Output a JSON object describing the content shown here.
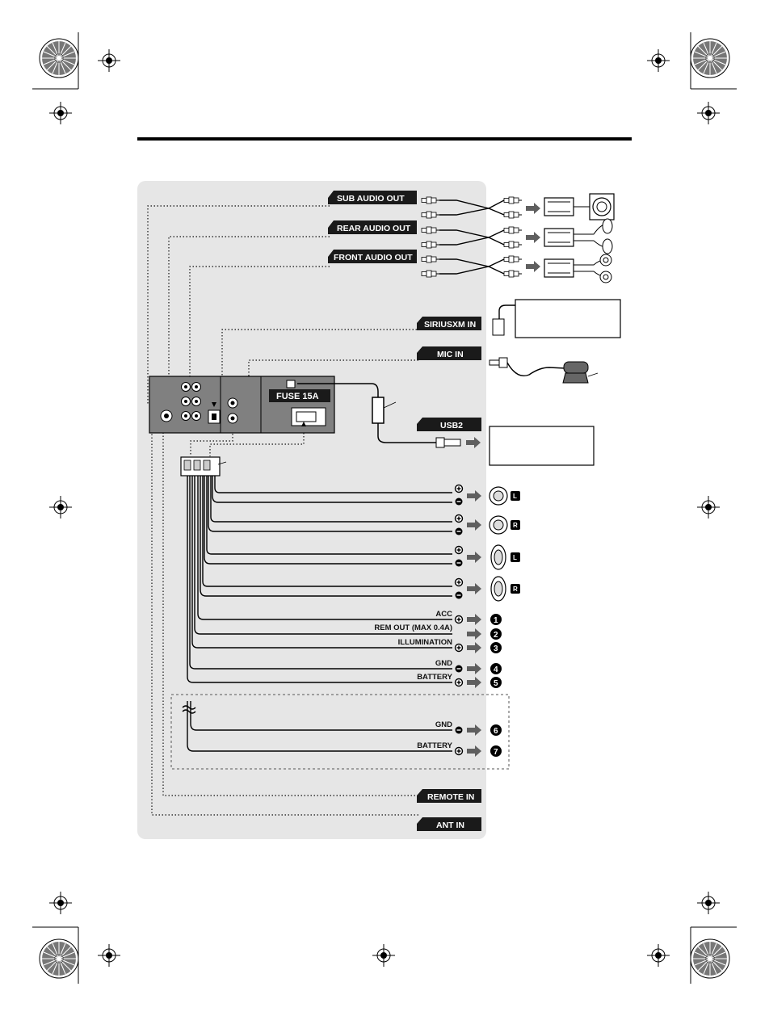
{
  "jacks": {
    "sub_audio_out": "SUB AUDIO OUT",
    "rear_audio_out": "REAR AUDIO OUT",
    "front_audio_out": "FRONT AUDIO OUT",
    "siriusxm_in": "SIRIUSXM IN",
    "mic_in": "MIC IN",
    "usb2": "USB2",
    "fuse": "FUSE 15A",
    "remote_in": "REMOTE IN",
    "ant_in": "ANT IN"
  },
  "speaker_outputs": [
    {
      "side": "L",
      "type": "round-speaker"
    },
    {
      "side": "R",
      "type": "round-speaker"
    },
    {
      "side": "L",
      "type": "oval-speaker"
    },
    {
      "side": "R",
      "type": "oval-speaker"
    }
  ],
  "polarity_icons": [
    "plus-icon",
    "minus-icon"
  ],
  "power_wires": [
    {
      "label": "ACC",
      "polarity": "plus",
      "number": "1"
    },
    {
      "label": "REM OUT (MAX 0.4A)",
      "polarity": "",
      "number": "2"
    },
    {
      "label": "ILLUMINATION",
      "polarity": "plus",
      "number": "3"
    },
    {
      "label": "GND",
      "polarity": "minus",
      "number": "4"
    },
    {
      "label": "BATTERY",
      "polarity": "plus",
      "number": "5"
    }
  ],
  "alt_power_wires": [
    {
      "label": "GND",
      "polarity": "minus",
      "number": "6"
    },
    {
      "label": "BATTERY",
      "polarity": "plus",
      "number": "7"
    }
  ],
  "colors": {
    "panel_bg": "#e6e6e6",
    "label_bg": "#1a1a1a",
    "unit_bg": "#808080",
    "arrow": "#5f5f5f"
  }
}
